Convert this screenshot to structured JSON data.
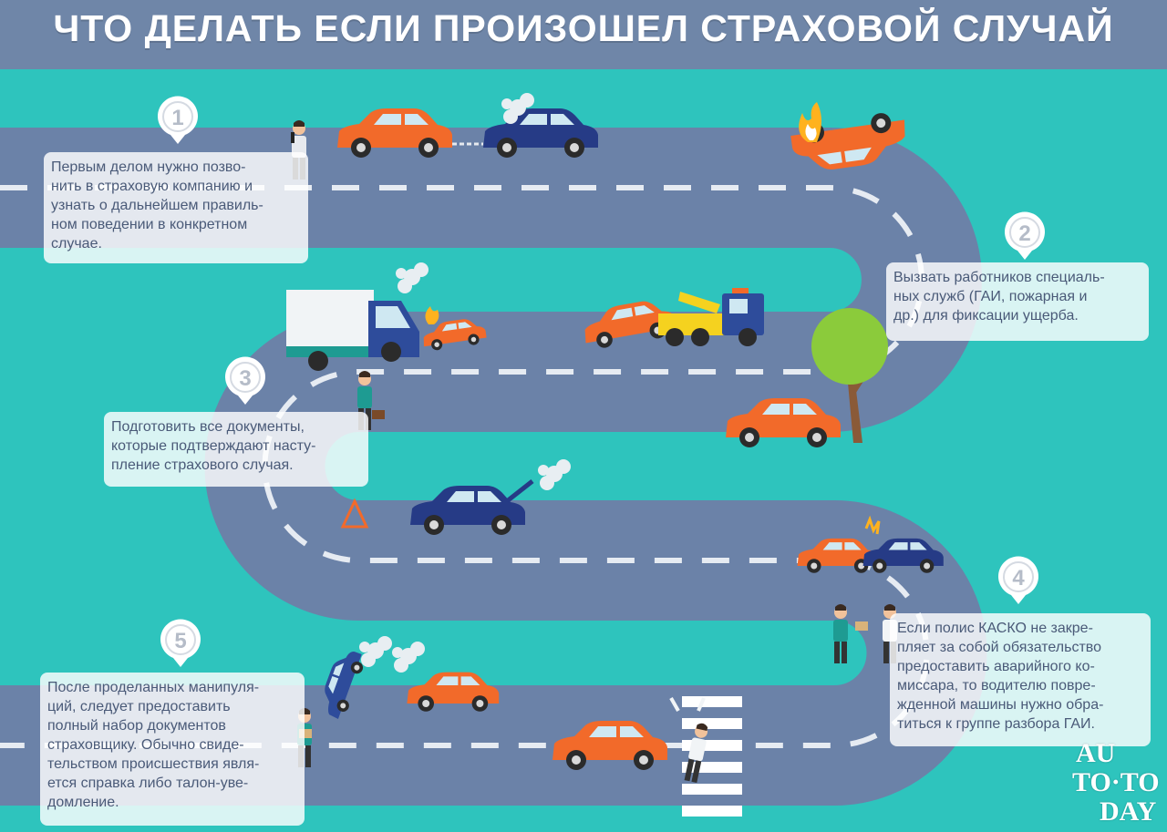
{
  "title": "ЧТО ДЕЛАТЬ ЕСЛИ ПРОИЗОШЕЛ СТРАХОВОЙ СЛУЧАЙ",
  "colors": {
    "background": "#2ec4bd",
    "header": "#6f86a8",
    "road": "#6b82a8",
    "car_orange": "#f26a2a",
    "car_blue": "#263b86",
    "text": "#4a5a78"
  },
  "steps": [
    {
      "number": "1",
      "text": "Первым делом нужно позво-\nнить в страховую компанию и\nузнать о дальнейшем правиль-\nном поведении в конкретном\nслучае."
    },
    {
      "number": "2",
      "text": "Вызвать работников специаль-\nных служб (ГАИ, пожарная и\nдр.) для фиксации ущерба."
    },
    {
      "number": "3",
      "text": "Подготовить все документы,\nкоторые подтверждают насту-\nпление страхового случая."
    },
    {
      "number": "4",
      "text": "Если полис КАСКО не закре-\nпляет за собой обязательство\nпредоставить аварийного ко-\nмиссара, то водителю повре-\nжденной машины нужно обра-\nтиться к группе разбора ГАИ."
    },
    {
      "number": "5",
      "text": "После проделанных манипуля-\nций, следует предоставить\nполный набор документов\nстраховщику. Обычно свиде-\nтельством происшествия явля-\nется справка либо талон-уве-\nдомление."
    }
  ],
  "watermark": {
    "line1": "AU",
    "line2": "TO·TO",
    "line3": "DAY"
  },
  "icons": [
    "person-phone-icon",
    "car-tow-icon",
    "car-fire-icon",
    "truck-crash-icon",
    "tow-truck-icon",
    "tree-crash-icon",
    "person-briefcase-icon",
    "warning-triangle-icon",
    "car-smoke-icon",
    "car-collision-icon",
    "people-documents-icon",
    "overturned-car-icon",
    "person-documents-icon",
    "pedestrian-accident-icon"
  ]
}
